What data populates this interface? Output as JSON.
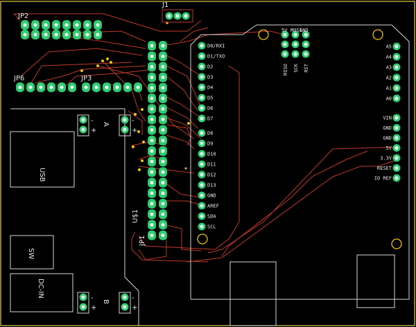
{
  "colors": {
    "background": "#000000",
    "copper": "#c0392b",
    "silk": "#d8d8d8",
    "pad": "#2ecc71",
    "pad_hole": "#e8f5e9",
    "board_edge": "#e6d04a",
    "mounting_hole": "#f1c40f"
  },
  "ref_labels": {
    "j1": "J1",
    "jp2": "JP2",
    "jp6": "JP6",
    "jp3": "JP3",
    "u1": "U$1",
    "jp1": "JP1"
  },
  "block_labels": {
    "usb": "USB",
    "sw": "SW",
    "dcin": "DC-IN",
    "a": "A",
    "b": "B",
    "minus": "-",
    "plus": "+"
  },
  "header_top": [
    "5V",
    "MOSI",
    "GND"
  ],
  "header_bottom": [
    "MISO",
    "SCK",
    "RST"
  ],
  "left_pins": [
    "D0/RXI",
    "D1/TXO",
    "D2",
    "D3",
    "D4",
    "D5",
    "D6",
    "D7",
    "D8",
    "D9",
    "D10",
    "D11",
    "D12",
    "D13",
    "GND",
    "AREF",
    "SDA",
    "SCL"
  ],
  "right_pins_top": [
    "A5",
    "A4",
    "A3",
    "A2",
    "A1",
    "A0"
  ],
  "right_pins_bottom": [
    "VIN",
    "GND",
    "GND",
    "5V",
    "3.3V",
    "RESET",
    "IO REF"
  ]
}
